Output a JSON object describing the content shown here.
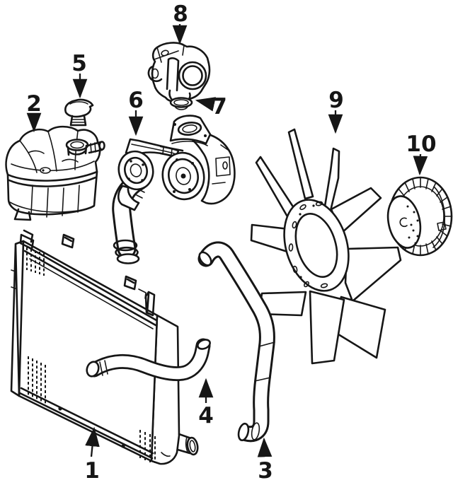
{
  "diagram": {
    "background_color": "#ffffff",
    "line_color": "#161616",
    "callouts": [
      {
        "label": "1",
        "part": "radiator"
      },
      {
        "label": "2",
        "part": "coolant-reservoir"
      },
      {
        "label": "3",
        "part": "lower-radiator-hose"
      },
      {
        "label": "4",
        "part": "upper-radiator-hose"
      },
      {
        "label": "5",
        "part": "reservoir-cap"
      },
      {
        "label": "6",
        "part": "water-pump"
      },
      {
        "label": "7",
        "part": "thermostat"
      },
      {
        "label": "8",
        "part": "thermostat-housing"
      },
      {
        "label": "9",
        "part": "fan-blade"
      },
      {
        "label": "10",
        "part": "fan-clutch"
      }
    ]
  }
}
